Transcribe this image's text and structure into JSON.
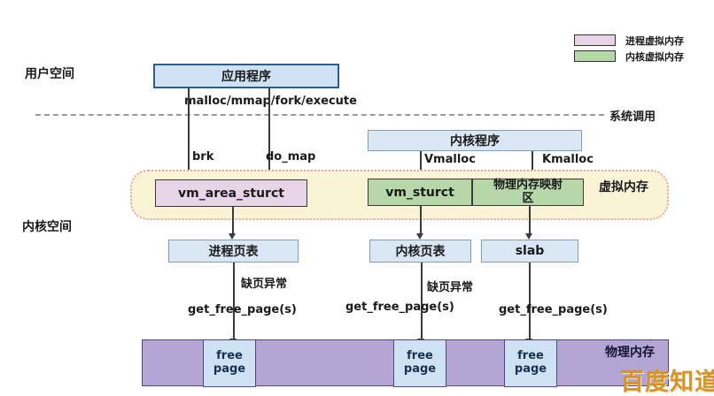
{
  "legend": {
    "items": [
      {
        "label": "进程虚拟内存",
        "color": "#e7d4e7"
      },
      {
        "label": "内核虚拟内存",
        "color": "#b6d7a8"
      }
    ]
  },
  "labels": {
    "user_space": "用户空间",
    "kernel_space": "内核空间",
    "system_call": "系统调用",
    "virtual_memory": "虚拟内存",
    "physical_memory": "物理内存"
  },
  "nodes": {
    "application": "应用程序",
    "kernel_program": "内核程序",
    "vm_area_struct": "vm_area_sturct",
    "vm_struct": "vm_sturct",
    "physical_memory_map_area": "物理内存映射区",
    "process_page_table": "进程页表",
    "kernel_page_table": "内核页表",
    "slab": "slab",
    "free_page": "free page"
  },
  "edges": {
    "syscalls": "malloc/mmap/fork/execute",
    "brk": "brk",
    "do_map": "do_map",
    "vmalloc": "Vmalloc",
    "kmalloc": "Kmalloc",
    "page_fault": "缺页异常",
    "get_free_page": "get_free_page(s)"
  },
  "watermark": "百度知道",
  "colors": {
    "box_blue_fill": "#cfe2f3",
    "box_blue_border_dark": "#2c5d8f",
    "box_blue_border_light": "#7f9db9",
    "pink_fill": "#e7d4e7",
    "green_fill": "#b6d7a8",
    "yellow_fill": "#fbf3d5",
    "yellow_border": "#dca8a8",
    "purple_fill": "#b3a6d4",
    "purple_border": "#56467e",
    "line": "#3b3b3b",
    "watermark_color": "#d6942a"
  }
}
